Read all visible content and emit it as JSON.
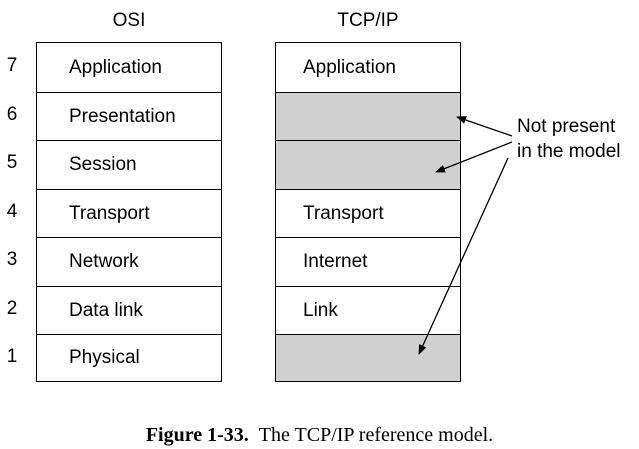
{
  "columns": {
    "osi_title": "OSI",
    "tcpip_title": "TCP/IP"
  },
  "layer_numbers": [
    "7",
    "6",
    "5",
    "4",
    "3",
    "2",
    "1"
  ],
  "osi_layers": [
    "Application",
    "Presentation",
    "Session",
    "Transport",
    "Network",
    "Data link",
    "Physical"
  ],
  "tcpip_layers": [
    "Application",
    "",
    "",
    "Transport",
    "Internet",
    "Link",
    ""
  ],
  "tcpip_not_present": [
    false,
    true,
    true,
    false,
    false,
    false,
    true
  ],
  "annotation": {
    "line1": "Not present",
    "line2": "in the model"
  },
  "caption": {
    "label": "Figure 1-33.",
    "text": "The TCP/IP reference model."
  },
  "colors": {
    "shaded_fill": "#d0d0d0",
    "line": "#000000"
  }
}
